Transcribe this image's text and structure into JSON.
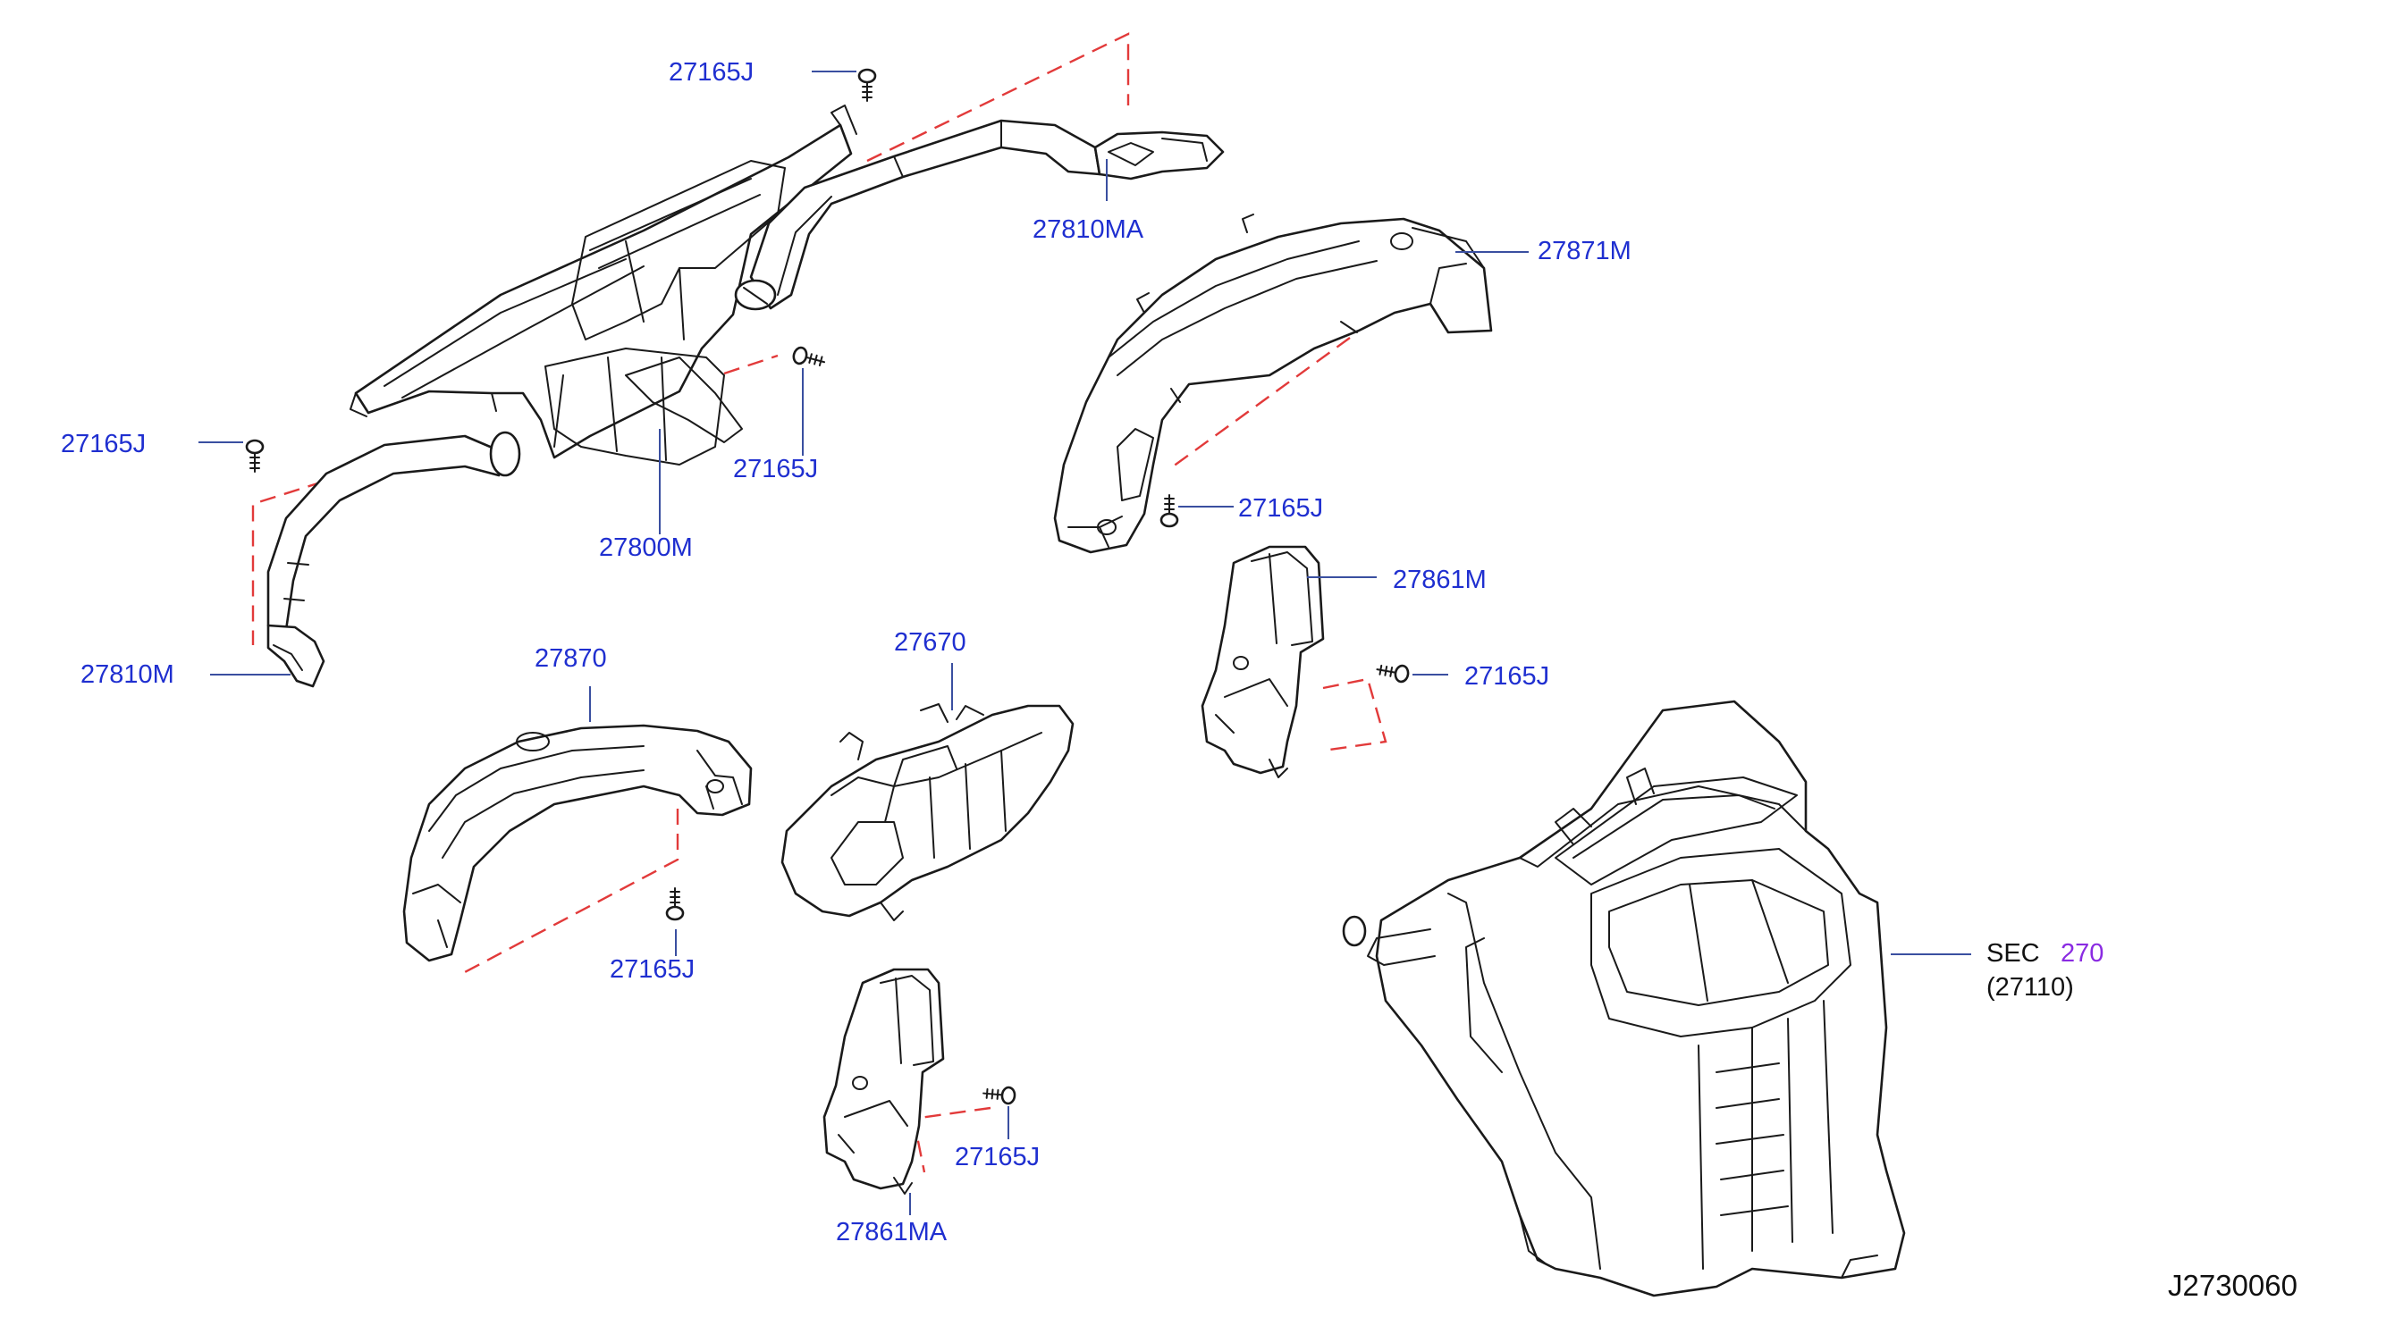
{
  "diagram": {
    "parts": {
      "p27165j_top": "27165J",
      "p27810ma": "27810MA",
      "p27871m": "27871M",
      "p27165j_left": "27165J",
      "p27165j_center": "27165J",
      "p27800m": "27800M",
      "p27165j_right_upper": "27165J",
      "p27861m": "27861M",
      "p27810m": "27810M",
      "p27870": "27870",
      "p27670": "27670",
      "p27165j_right_mid": "27165J",
      "p27165j_lower_left": "27165J",
      "p27165j_lower_center": "27165J",
      "p27861ma": "27861MA"
    },
    "sec_ref": {
      "prefix": "SEC",
      "number": "270",
      "part": "(27110)"
    },
    "drawing_code": "J2730060",
    "colors": {
      "label": "#1f2fd0",
      "sec_link": "#8a2be2",
      "leader": "#3a4fa0",
      "dashed_line": "#e23a3a",
      "outline": "#1a1a1a"
    }
  }
}
